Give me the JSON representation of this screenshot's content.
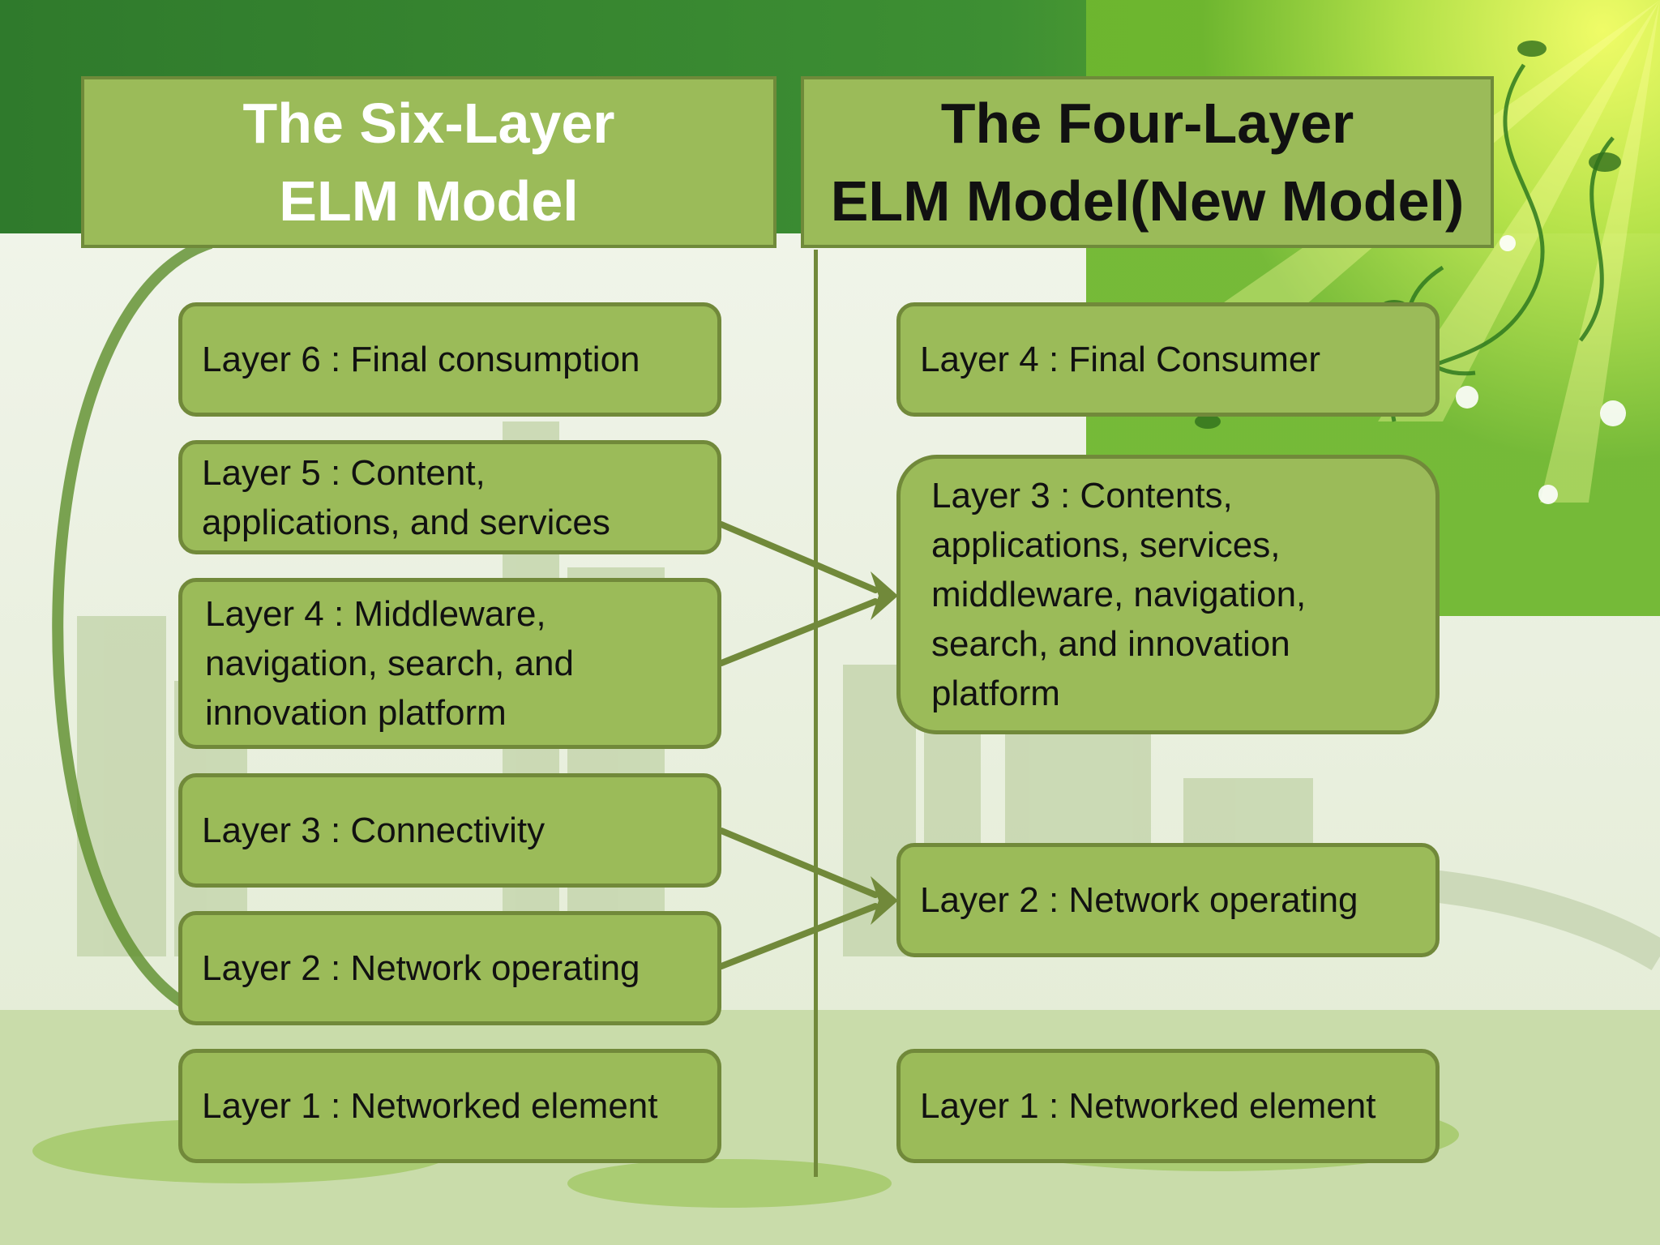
{
  "slide": {
    "left_title_line1": "The Six-Layer",
    "left_title_line2": "ELM Model",
    "right_title_line1": "The Four-Layer",
    "right_title_line2": "ELM Model(New Model)"
  },
  "six_layer": [
    {
      "text": "Layer 6 : Final consumption"
    },
    {
      "text": "Layer 5 : Content,\napplications, and services"
    },
    {
      "text": "Layer 4 : Middleware,\nnavigation, search, and\ninnovation platform"
    },
    {
      "text": "Layer 3 : Connectivity"
    },
    {
      "text": "Layer 2 : Network operating"
    },
    {
      "text": "Layer 1 : Networked element"
    }
  ],
  "four_layer": [
    {
      "text": "Layer 4 : Final Consumer"
    },
    {
      "text": "Layer 3 : Contents,\napplications, services,\nmiddleware, navigation,\nsearch, and innovation\nplatform"
    },
    {
      "text": "Layer 2 : Network operating"
    },
    {
      "text": "Layer 1 : Networked element"
    }
  ],
  "mappings": [
    {
      "from": "Layer 5 : Content, applications, and services",
      "to": "Layer 3 (new model)"
    },
    {
      "from": "Layer 4 : Middleware, navigation, search, and innovation platform",
      "to": "Layer 3 (new model)"
    },
    {
      "from": "Layer 3 : Connectivity",
      "to": "Layer 2 (new model)"
    },
    {
      "from": "Layer 2 : Network operating",
      "to": "Layer 2 (new model)"
    }
  ],
  "colors": {
    "box_fill": "#9bbb59",
    "box_border": "#71893a",
    "top_band": "#2e7d32",
    "bottom_band": "#c9dcaa"
  }
}
